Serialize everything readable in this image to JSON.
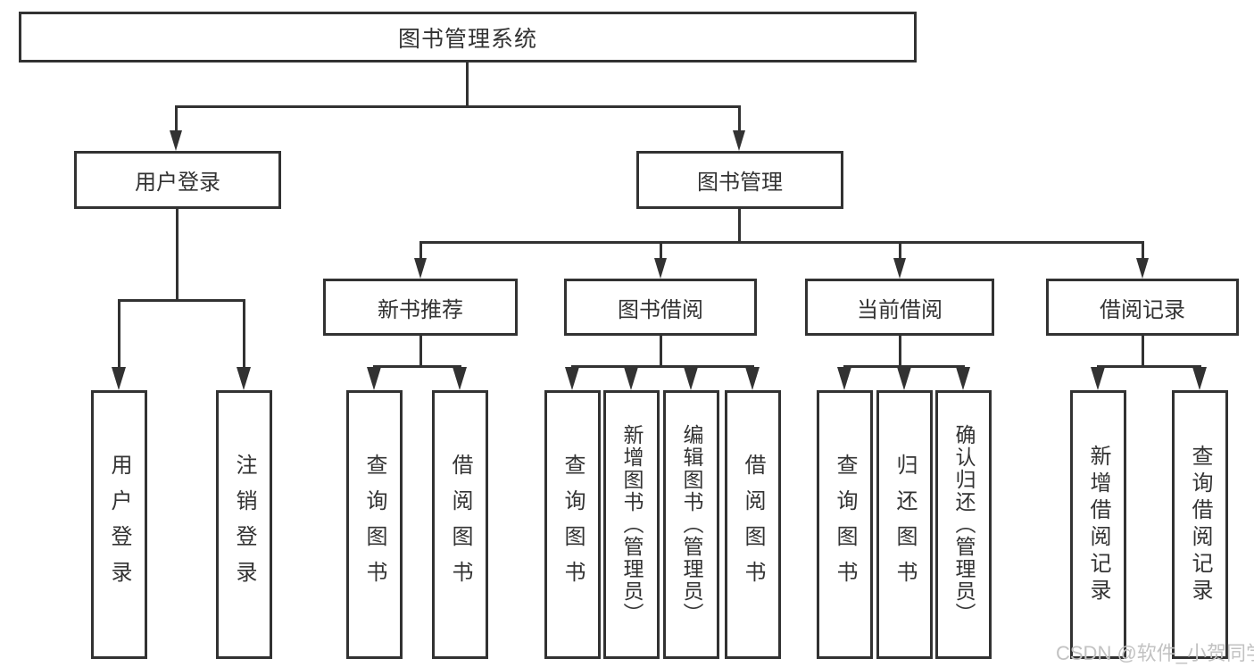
{
  "nodes": {
    "root": "图书管理系统",
    "user_login": "用户登录",
    "book_mgmt": "图书管理",
    "new_book_rec": "新书推荐",
    "book_borrow": "图书借阅",
    "current_borrow": "当前借阅",
    "borrow_records": "借阅记录",
    "leaf_user_login": "用户登录",
    "leaf_logout": "注销登录",
    "leaf_query_books_rec": "查询图书",
    "leaf_borrow_books_rec": "借阅图书",
    "leaf_query_books_bor": "查询图书",
    "leaf_add_books_admin": "新增图书（管理员）",
    "leaf_edit_books_admin": "编辑图书（管理员）",
    "leaf_borrow_books_bor": "借阅图书",
    "leaf_query_books_cur": "查询图书",
    "leaf_return_books": "归还图书",
    "leaf_confirm_return_admin": "确认归还（管理员）",
    "leaf_add_borrow_record": "新增借阅记录",
    "leaf_query_borrow_record": "查询借阅记录"
  },
  "watermark": {
    "text": "CSDN @软件_小贺同学"
  },
  "colors": {
    "line": "#323232",
    "box_border": "#323232",
    "box_fill": "#ffffff",
    "text": "#333333",
    "watermark": "#c2c2c2",
    "background": "#ffffff"
  }
}
